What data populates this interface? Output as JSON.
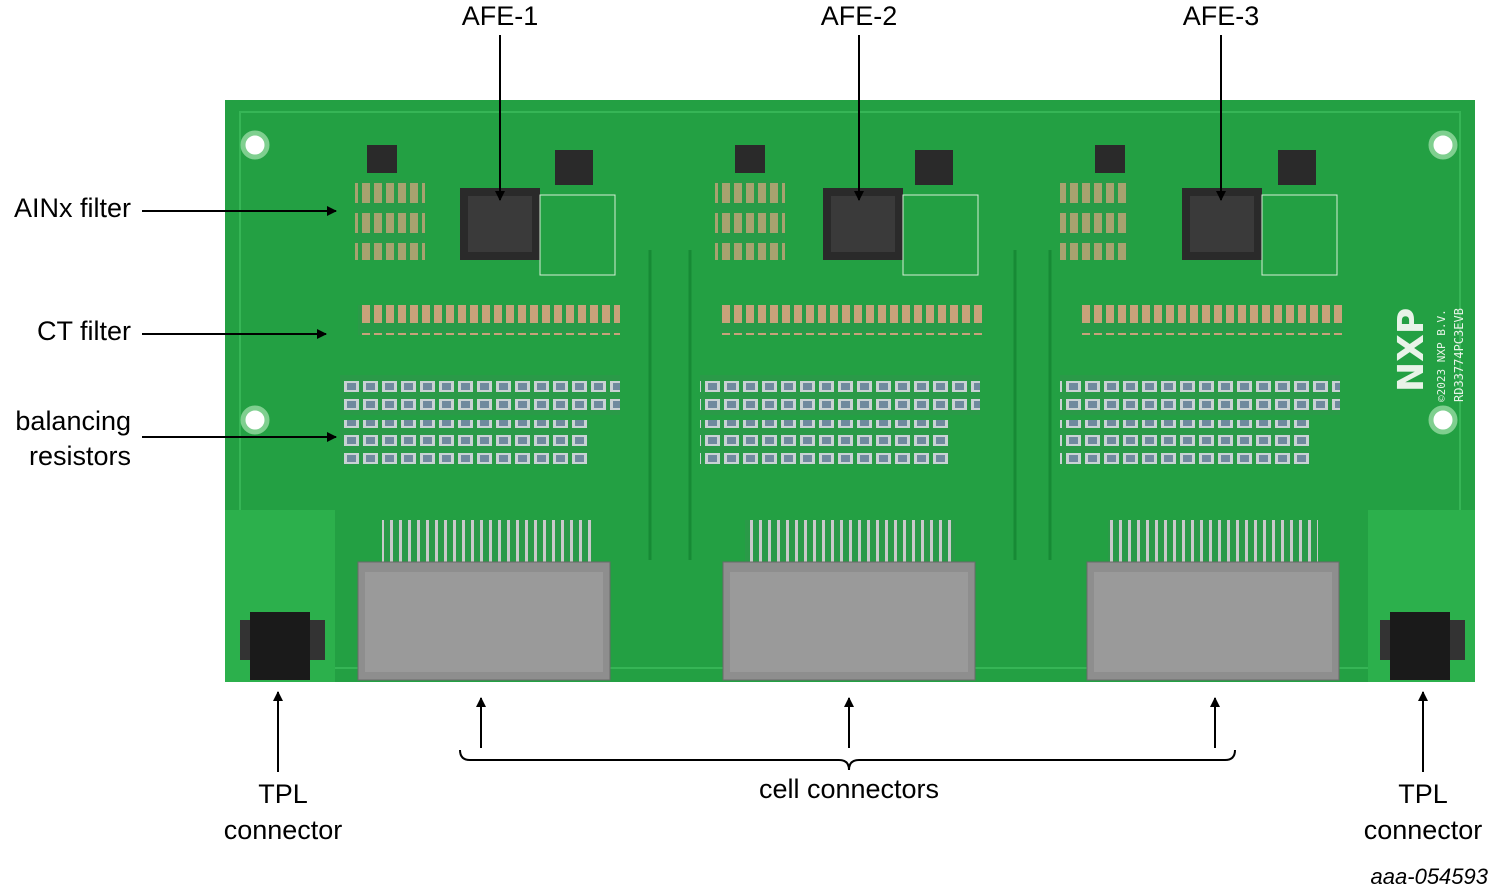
{
  "labels": {
    "afe1": "AFE-1",
    "afe2": "AFE-2",
    "afe3": "AFE-3",
    "ainx_filter": "AINx filter",
    "ct_filter": "CT filter",
    "balancing_line1": "balancing",
    "balancing_line2": "resistors",
    "tpl_left_line1": "TPL",
    "tpl_left_line2": "connector",
    "tpl_right_line1": "TPL",
    "tpl_right_line2": "connector",
    "cell_connectors": "cell connectors"
  },
  "figure_id": "aaa-054593",
  "board": {
    "logo": "NXP",
    "copyright": "©2023 NXP B.V.",
    "part_number": "RD33774PC3EVB"
  },
  "colors": {
    "pcb": "#1f9a3e",
    "pcb_light": "#2fb24d",
    "connector": "#8e8e8e",
    "chip": "#2a2a2a"
  }
}
